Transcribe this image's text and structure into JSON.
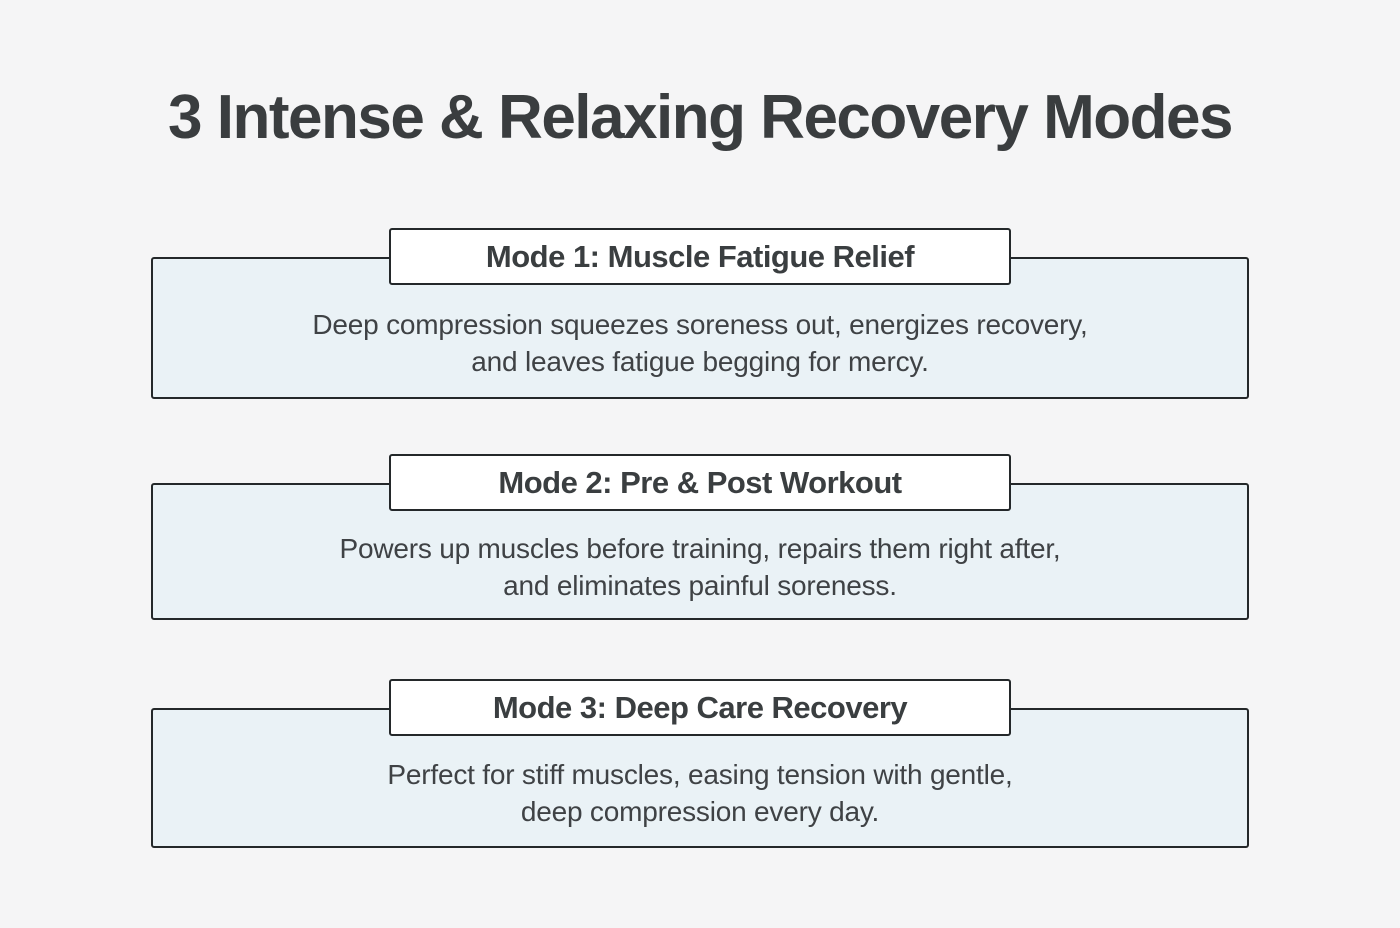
{
  "page": {
    "title": "3 Intense & Relaxing Recovery Modes"
  },
  "modes": [
    {
      "header": "Mode 1: Muscle Fatigue Relief",
      "line1": "Deep compression squeezes soreness out, energizes recovery,",
      "line2": "and leaves fatigue begging for mercy."
    },
    {
      "header": "Mode 2: Pre & Post Workout",
      "line1": "Powers up muscles before training, repairs them right after,",
      "line2": "and eliminates painful soreness."
    },
    {
      "header": "Mode 3: Deep Care Recovery",
      "line1": "Perfect for stiff muscles, easing tension with gentle,",
      "line2": "deep compression every day."
    }
  ],
  "colors": {
    "background": "#f5f5f6",
    "card_background": "#eaf2f6",
    "header_background": "#ffffff",
    "border": "#24282a",
    "title_text": "#3a3d3f",
    "body_text": "#3f4245"
  }
}
